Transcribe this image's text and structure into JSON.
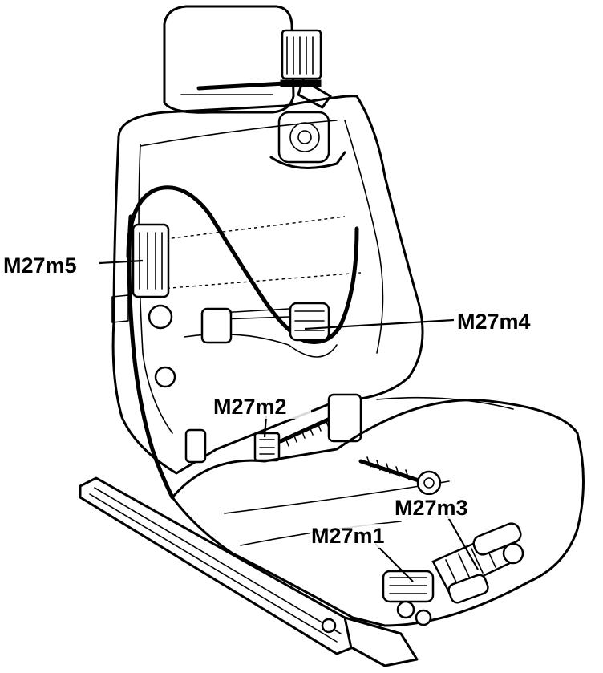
{
  "labels": {
    "m27m5": "M27m5",
    "m27m4": "M27m4",
    "m27m2": "M27m2",
    "m27m3": "M27m3",
    "m27m1": "M27m1"
  }
}
